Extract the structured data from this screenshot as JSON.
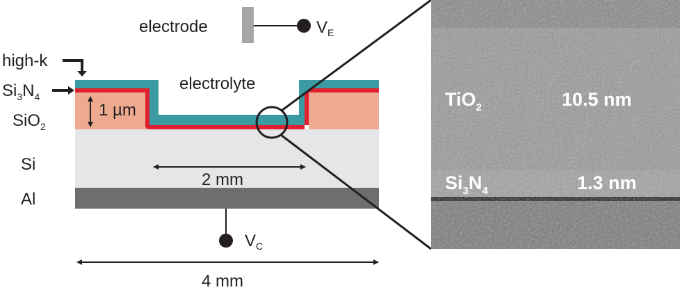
{
  "labels": {
    "electrode": "electrode",
    "ve_main": "V",
    "ve_sub": "E",
    "vc_main": "V",
    "vc_sub": "C",
    "high_k": "high-k",
    "si3n4_a": "Si",
    "si3n4_b": "3",
    "si3n4_c": "N",
    "si3n4_d": "4",
    "sio2_a": "SiO",
    "sio2_b": "2",
    "si": "Si",
    "al": "Al",
    "electrolyte": "electrolyte",
    "thickness": "1 µm",
    "well_width": "2 mm",
    "chip_width": "4 mm"
  },
  "tem": {
    "tio2_a": "TiO",
    "tio2_b": "2",
    "tio2_thickness": "10.5 nm",
    "si3n4_a": "Si",
    "si3n4_b": "3",
    "si3n4_c": "N",
    "si3n4_d": "4",
    "si3n4_thickness": "1.3 nm"
  },
  "colors": {
    "high_k": "#3a9ba3",
    "si3n4": "#e0202e",
    "sio2": "#eeaa90",
    "si": "#e6e6e8",
    "al": "#6e6e70",
    "electrode": "#a6a6a8"
  }
}
